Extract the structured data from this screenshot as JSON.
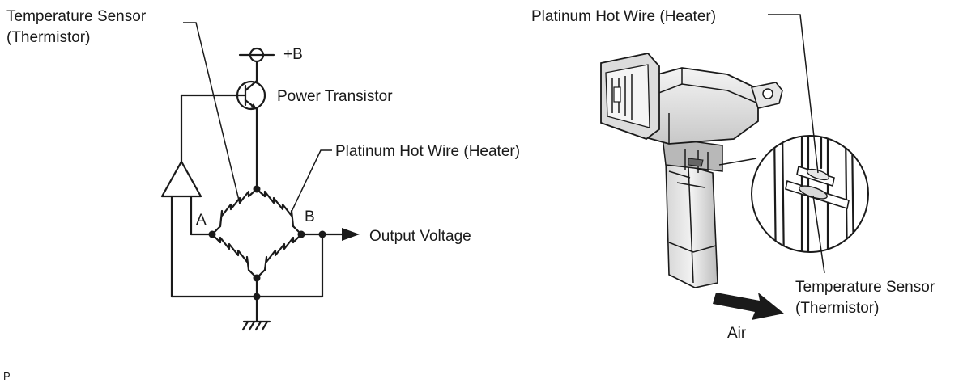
{
  "circuit": {
    "temp_sensor_line1": "Temperature Sensor",
    "temp_sensor_line2": "(Thermistor)",
    "supply_label": "+B",
    "transistor_label": "Power Transistor",
    "hot_wire_label": "Platinum Hot Wire (Heater)",
    "node_a": "A",
    "node_b": "B",
    "output_label": "Output Voltage"
  },
  "sensor": {
    "hot_wire_label": "Platinum Hot Wire (Heater)",
    "temp_sensor_line1": "Temperature Sensor",
    "temp_sensor_line2": "(Thermistor)",
    "air_label": "Air"
  },
  "corner_mark": "P"
}
